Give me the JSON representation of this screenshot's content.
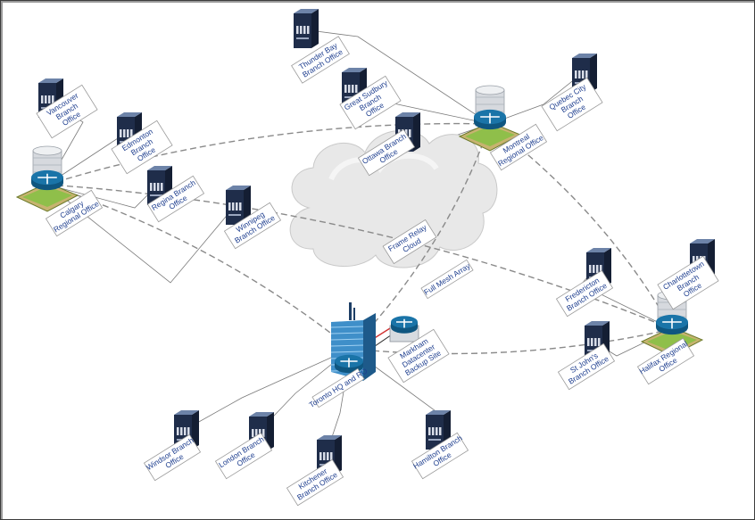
{
  "colors": {
    "server_front": "#1f2d4a",
    "server_top": "#6d83a8",
    "link_solid": "#7a7a7a",
    "link_dashed": "#8a8a8a",
    "label_text": "#1f3f8f",
    "cloud": "#e6e6e6",
    "router": "#1a74a8",
    "wan_red": "#d03030"
  },
  "icons": {
    "server": "server-tower-icon",
    "regional": "regional-router-building-icon",
    "hq": "hq-tower-router-icon",
    "datacenter": "datacenter-router-icon",
    "cloud": "frame-relay-cloud-icon"
  },
  "diagram": {
    "cloud_label": [
      "Frame Relay",
      "Cloud"
    ],
    "mesh_label": [
      "Full Mesh Array"
    ],
    "nodes": [
      {
        "id": "thunder-bay",
        "kind": "server",
        "label": [
          "Thunder Bay",
          "Branch Office"
        ]
      },
      {
        "id": "vancouver",
        "kind": "server",
        "label": [
          "Vancouver",
          "Branch",
          "Office"
        ]
      },
      {
        "id": "edmonton",
        "kind": "server",
        "label": [
          "Edmonton",
          "Branch",
          "Office"
        ]
      },
      {
        "id": "calgary",
        "kind": "regional",
        "label": [
          "Calgary",
          "Regional Office"
        ]
      },
      {
        "id": "regina",
        "kind": "server",
        "label": [
          "Regina Branch",
          "Office"
        ]
      },
      {
        "id": "winnipeg",
        "kind": "server",
        "label": [
          "Winnipeg",
          "Branch Office"
        ]
      },
      {
        "id": "great-sudbury",
        "kind": "server",
        "label": [
          "Great Sudbury",
          "Branch",
          "Office"
        ]
      },
      {
        "id": "ottawa",
        "kind": "server",
        "label": [
          "Ottawa Branch",
          "Office"
        ]
      },
      {
        "id": "montreal",
        "kind": "regional",
        "label": [
          "Montreal",
          "Regional Office"
        ]
      },
      {
        "id": "quebec-city",
        "kind": "server",
        "label": [
          "Quebec City",
          "Branch",
          "Office"
        ]
      },
      {
        "id": "fredericton",
        "kind": "server",
        "label": [
          "Fredericton",
          "Branch Office"
        ]
      },
      {
        "id": "charlottetown",
        "kind": "server",
        "label": [
          "Charlottetown",
          "Branch",
          "Office"
        ]
      },
      {
        "id": "halifax",
        "kind": "regional",
        "label": [
          "Halifax Regional",
          "Office"
        ]
      },
      {
        "id": "st-johns",
        "kind": "server",
        "label": [
          "St John's",
          "Branch Office"
        ]
      },
      {
        "id": "toronto",
        "kind": "hq",
        "label": [
          "Toronto HQ and RO"
        ]
      },
      {
        "id": "markham",
        "kind": "datacenter",
        "label": [
          "Markham",
          "Datacenter",
          "Backup Site"
        ]
      },
      {
        "id": "windsor",
        "kind": "server",
        "label": [
          "Windsor Branch",
          "Office"
        ]
      },
      {
        "id": "london",
        "kind": "server",
        "label": [
          "London Branch",
          "Office"
        ]
      },
      {
        "id": "kitchener",
        "kind": "server",
        "label": [
          "Kitchener",
          "Branch Office"
        ]
      },
      {
        "id": "hamilton",
        "kind": "server",
        "label": [
          "Hamilton Branch",
          "Office"
        ]
      }
    ],
    "links": [
      {
        "from": "thunder-bay",
        "to": "montreal",
        "style": "solid"
      },
      {
        "from": "great-sudbury",
        "to": "montreal",
        "style": "solid"
      },
      {
        "from": "ottawa",
        "to": "montreal",
        "style": "solid"
      },
      {
        "from": "quebec-city",
        "to": "montreal",
        "style": "solid"
      },
      {
        "from": "vancouver",
        "to": "calgary",
        "style": "solid"
      },
      {
        "from": "edmonton",
        "to": "calgary",
        "style": "solid"
      },
      {
        "from": "regina",
        "to": "calgary",
        "style": "solid"
      },
      {
        "from": "winnipeg",
        "to": "calgary",
        "style": "solid"
      },
      {
        "from": "fredericton",
        "to": "halifax",
        "style": "solid"
      },
      {
        "from": "charlottetown",
        "to": "halifax",
        "style": "solid"
      },
      {
        "from": "st-johns",
        "to": "halifax",
        "style": "solid"
      },
      {
        "from": "windsor",
        "to": "toronto",
        "style": "solid"
      },
      {
        "from": "london",
        "to": "toronto",
        "style": "solid"
      },
      {
        "from": "kitchener",
        "to": "toronto",
        "style": "solid"
      },
      {
        "from": "hamilton",
        "to": "toronto",
        "style": "solid"
      },
      {
        "from": "markham",
        "to": "toronto",
        "style": "wan"
      },
      {
        "from": "calgary",
        "to": "montreal",
        "style": "dashed"
      },
      {
        "from": "calgary",
        "to": "halifax",
        "style": "dashed"
      },
      {
        "from": "calgary",
        "to": "toronto",
        "style": "dashed"
      },
      {
        "from": "montreal",
        "to": "halifax",
        "style": "dashed"
      },
      {
        "from": "montreal",
        "to": "toronto",
        "style": "dashed"
      },
      {
        "from": "halifax",
        "to": "toronto",
        "style": "dashed"
      }
    ]
  }
}
